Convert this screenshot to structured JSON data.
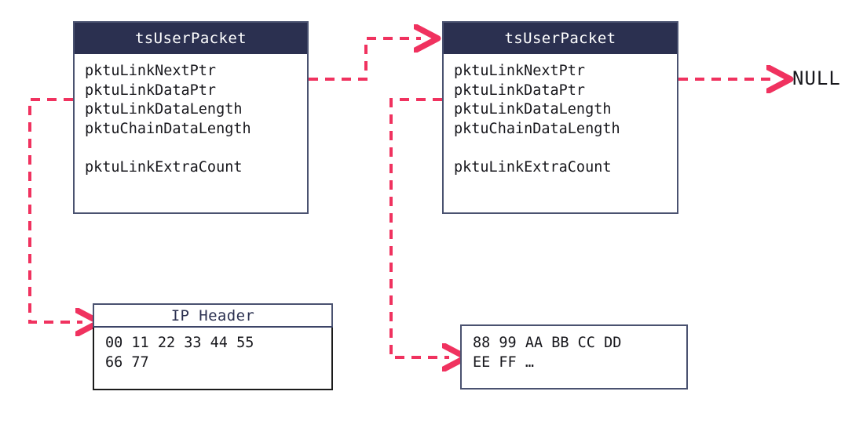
{
  "diagram": {
    "title": "tsUserPacket chain diagram",
    "accent_arrow_color": "#f0325f",
    "box_header_color": "#2b3050",
    "box_border_color": "#4a5270",
    "text_color": "#17171c"
  },
  "packets": [
    {
      "name": "packet-1",
      "header": "tsUserPacket",
      "fields": [
        "pktuLinkNextPtr",
        "pktuLinkDataPtr",
        "pktuLinkDataLength",
        "pktuChainDataLength",
        "",
        "pktuLinkExtraCount"
      ]
    },
    {
      "name": "packet-2",
      "header": "tsUserPacket",
      "fields": [
        "pktuLinkNextPtr",
        "pktuLinkDataPtr",
        "pktuLinkDataLength",
        "pktuChainDataLength",
        "",
        "pktuLinkExtraCount"
      ]
    }
  ],
  "buffers": [
    {
      "name": "ip-header-buffer",
      "title": "IP Header",
      "has_title": true,
      "lines": [
        "00 11 22 33 44 55",
        "66 77"
      ]
    },
    {
      "name": "payload-buffer",
      "title": "",
      "has_title": false,
      "lines": [
        "88 99 AA BB CC DD",
        "EE FF …"
      ]
    }
  ],
  "terminator": {
    "label": "NULL"
  },
  "arrows": [
    {
      "name": "arrow-packet1-next-to-packet2",
      "from": "packet-1.pktuLinkNextPtr",
      "to": "packet-2"
    },
    {
      "name": "arrow-packet1-data-to-ipheader",
      "from": "packet-1.pktuLinkDataPtr",
      "to": "ip-header-buffer"
    },
    {
      "name": "arrow-packet2-next-to-null",
      "from": "packet-2.pktuLinkNextPtr",
      "to": "NULL"
    },
    {
      "name": "arrow-packet2-data-to-payload",
      "from": "packet-2.pktuLinkDataPtr",
      "to": "payload-buffer"
    }
  ]
}
